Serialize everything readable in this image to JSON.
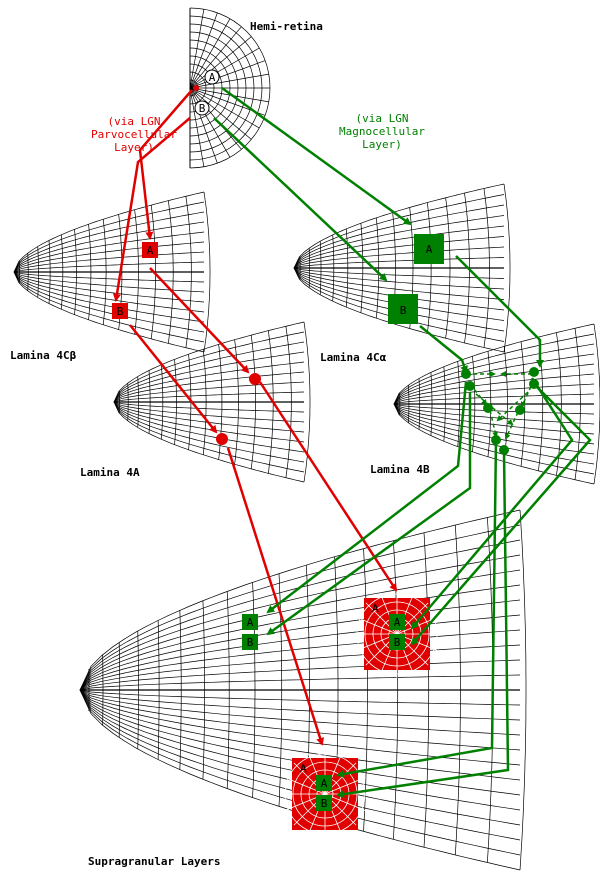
{
  "title": "Hemi-retina",
  "retina_points": [
    "A",
    "B"
  ],
  "parvo_label": [
    "(via LGN",
    "Parvocellular",
    "Layer)"
  ],
  "magno_label": [
    "(via LGN",
    "Magnocellular",
    "Layer)"
  ],
  "lamina_4cbeta": "Lamina 4Cβ",
  "lamina_4calpha": "Lamina 4Cα",
  "lamina_4a": "Lamina 4A",
  "lamina_4b": "Lamina 4B",
  "supragranular": "Supragranular Layers",
  "box_a": "A",
  "box_b": "B",
  "colors": {
    "parvo": "#e00000",
    "magno": "#008000",
    "grid": "#000000"
  }
}
